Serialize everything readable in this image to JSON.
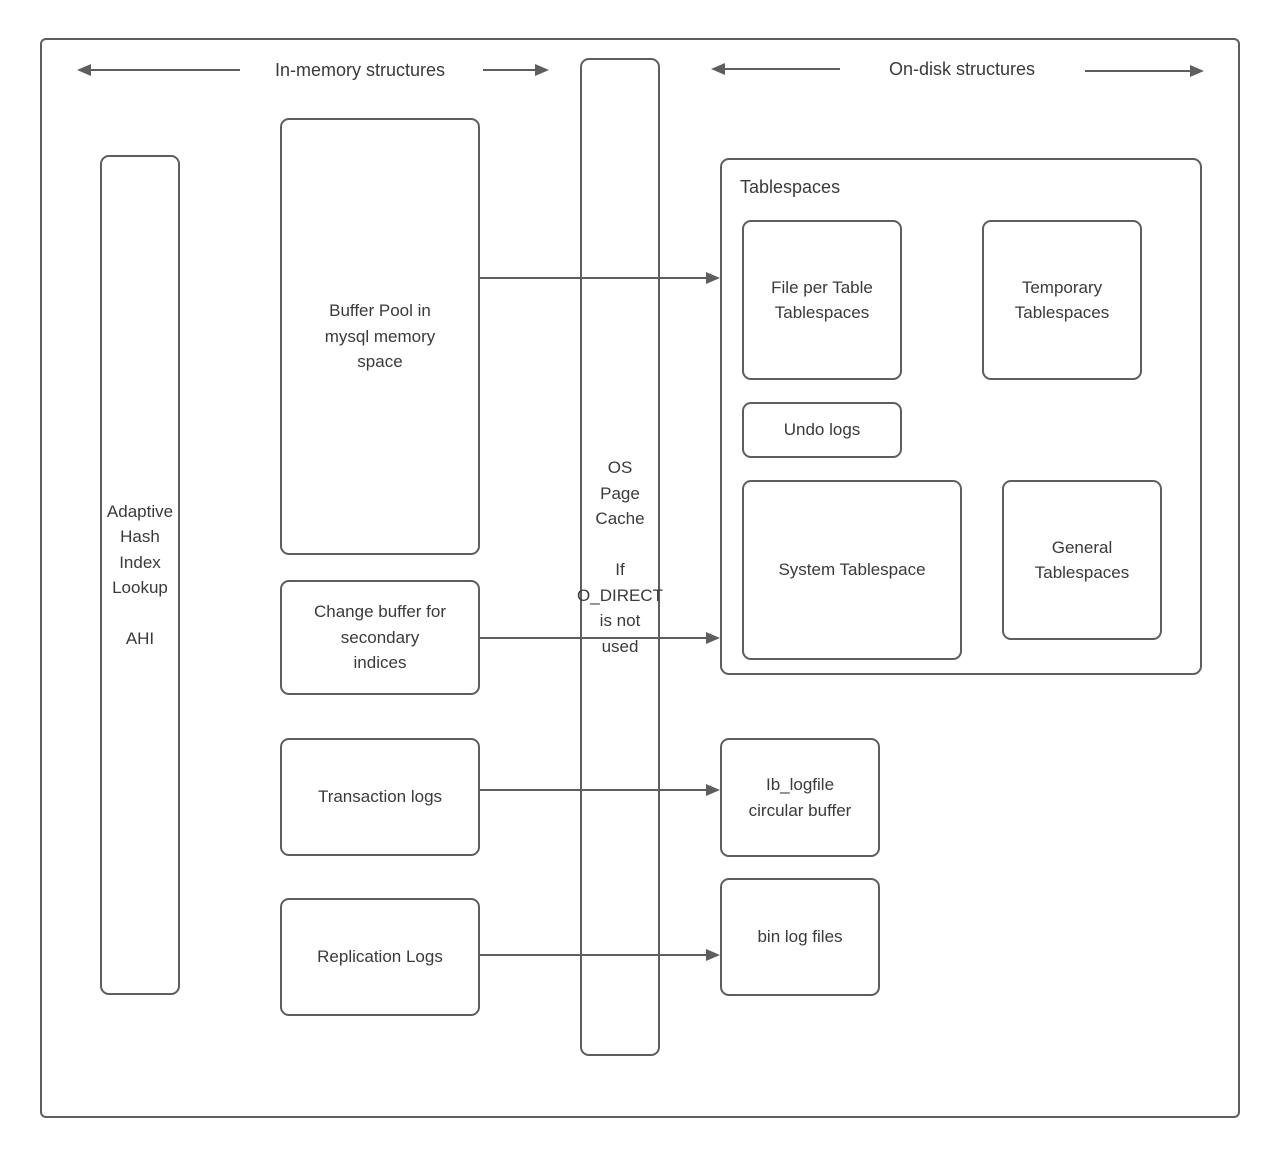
{
  "diagram": {
    "headers": {
      "in_memory": "In-memory structures",
      "on_disk": "On-disk structures"
    },
    "nodes": {
      "ahi": "Adaptive\nHash\nIndex\nLookup\n\nAHI",
      "buffer_pool": "Buffer Pool in\nmysql memory\nspace",
      "change_buffer": "Change buffer for\nsecondary\nindices",
      "transaction_logs": "Transaction logs",
      "replication_logs": "Replication Logs",
      "os_page_cache": "OS\nPage\nCache\n\nIf\nO_DIRECT\nis not\nused",
      "tablespaces_title": "Tablespaces",
      "file_per_table": "File per Table\nTablespaces",
      "temporary_tablespaces": "Temporary\nTablespaces",
      "undo_logs": "Undo logs",
      "system_tablespace": "System Tablespace",
      "general_tablespaces": "General\nTablespaces",
      "ib_logfile": "Ib_logfile\ncircular buffer",
      "bin_log_files": "bin log files"
    },
    "colors": {
      "stroke": "#5e5e5e",
      "text": "#3a3a3a",
      "background": "#ffffff"
    }
  }
}
